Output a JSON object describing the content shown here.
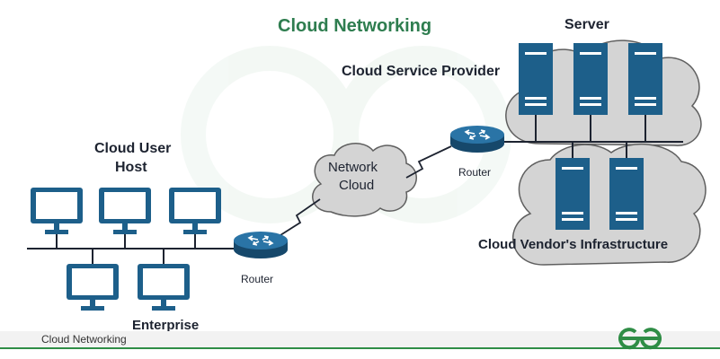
{
  "title": "Cloud Networking",
  "labels": {
    "server": "Server",
    "provider": "Cloud Service Provider",
    "user_host_line1": "Cloud User",
    "user_host_line2": "Host",
    "network_cloud_line1": "Network",
    "network_cloud_line2": "Cloud",
    "router_top": "Router",
    "router_bottom": "Router",
    "vendor": "Cloud Vendor's Infrastructure",
    "enterprise": "Enterprise"
  },
  "footer": {
    "text": "Cloud Networking"
  },
  "icons": {
    "monitor": "monitor-icon",
    "server": "server-icon",
    "router": "router-icon",
    "logo": "gfg-logo-icon"
  },
  "colors": {
    "device_blue": "#1d5f8a",
    "cloud_gray": "#d3d3d3",
    "title_green": "#2e7d4f",
    "accent_green": "#2f8d46"
  }
}
